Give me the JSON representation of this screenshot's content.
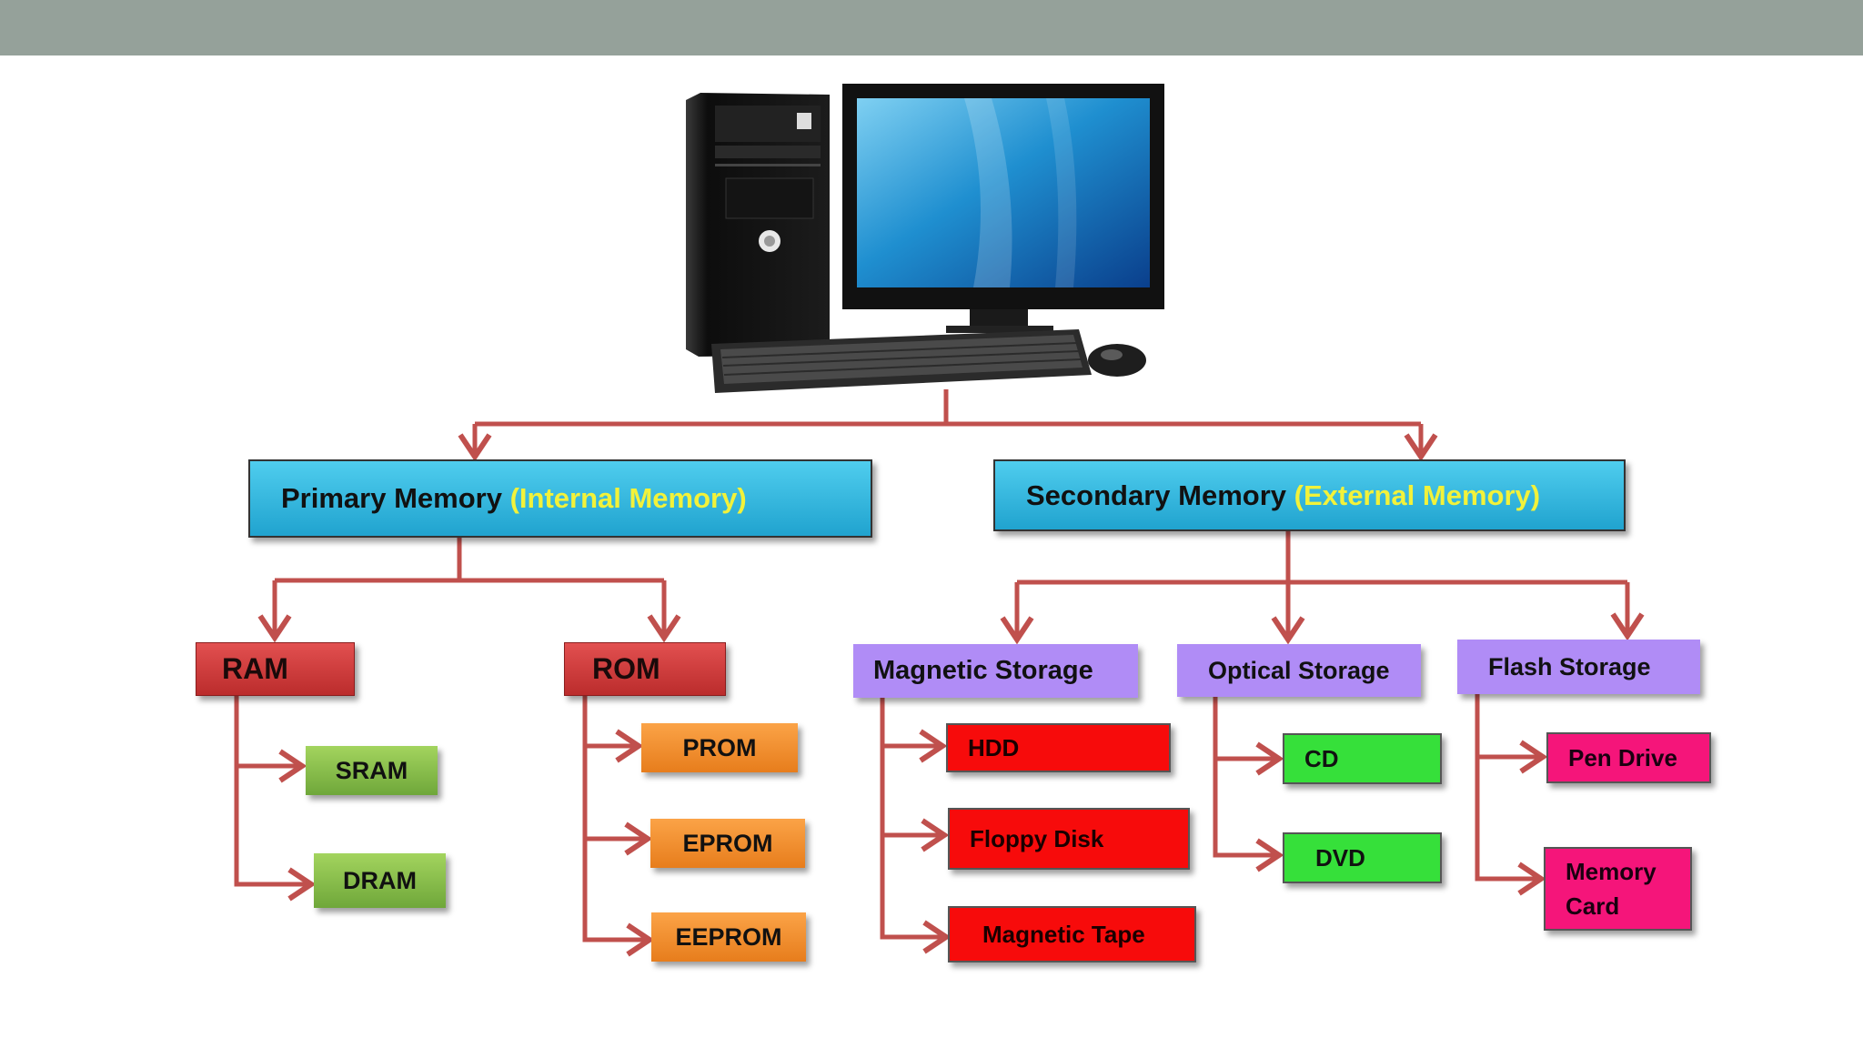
{
  "colors": {
    "slide_bar": "#95a19a",
    "connector": "#c0504d",
    "highlight": "#f2f23a"
  },
  "diagram": {
    "root_icon": "desktop-computer",
    "primary": {
      "label": "Primary Memory",
      "sub": "(Internal Memory)"
    },
    "secondary": {
      "label": "Secondary Memory",
      "sub": "(External Memory)"
    },
    "ram": {
      "label": "RAM",
      "children": [
        "SRAM",
        "DRAM"
      ]
    },
    "rom": {
      "label": "ROM",
      "children": [
        "PROM",
        "EPROM",
        "EEPROM"
      ]
    },
    "magnetic": {
      "label": "Magnetic Storage",
      "children": [
        "HDD",
        "Floppy Disk",
        "Magnetic Tape"
      ]
    },
    "optical": {
      "label": "Optical Storage",
      "children": [
        "CD",
        "DVD"
      ]
    },
    "flash": {
      "label": "Flash Storage",
      "children": [
        "Pen Drive",
        "Memory Card"
      ]
    }
  }
}
